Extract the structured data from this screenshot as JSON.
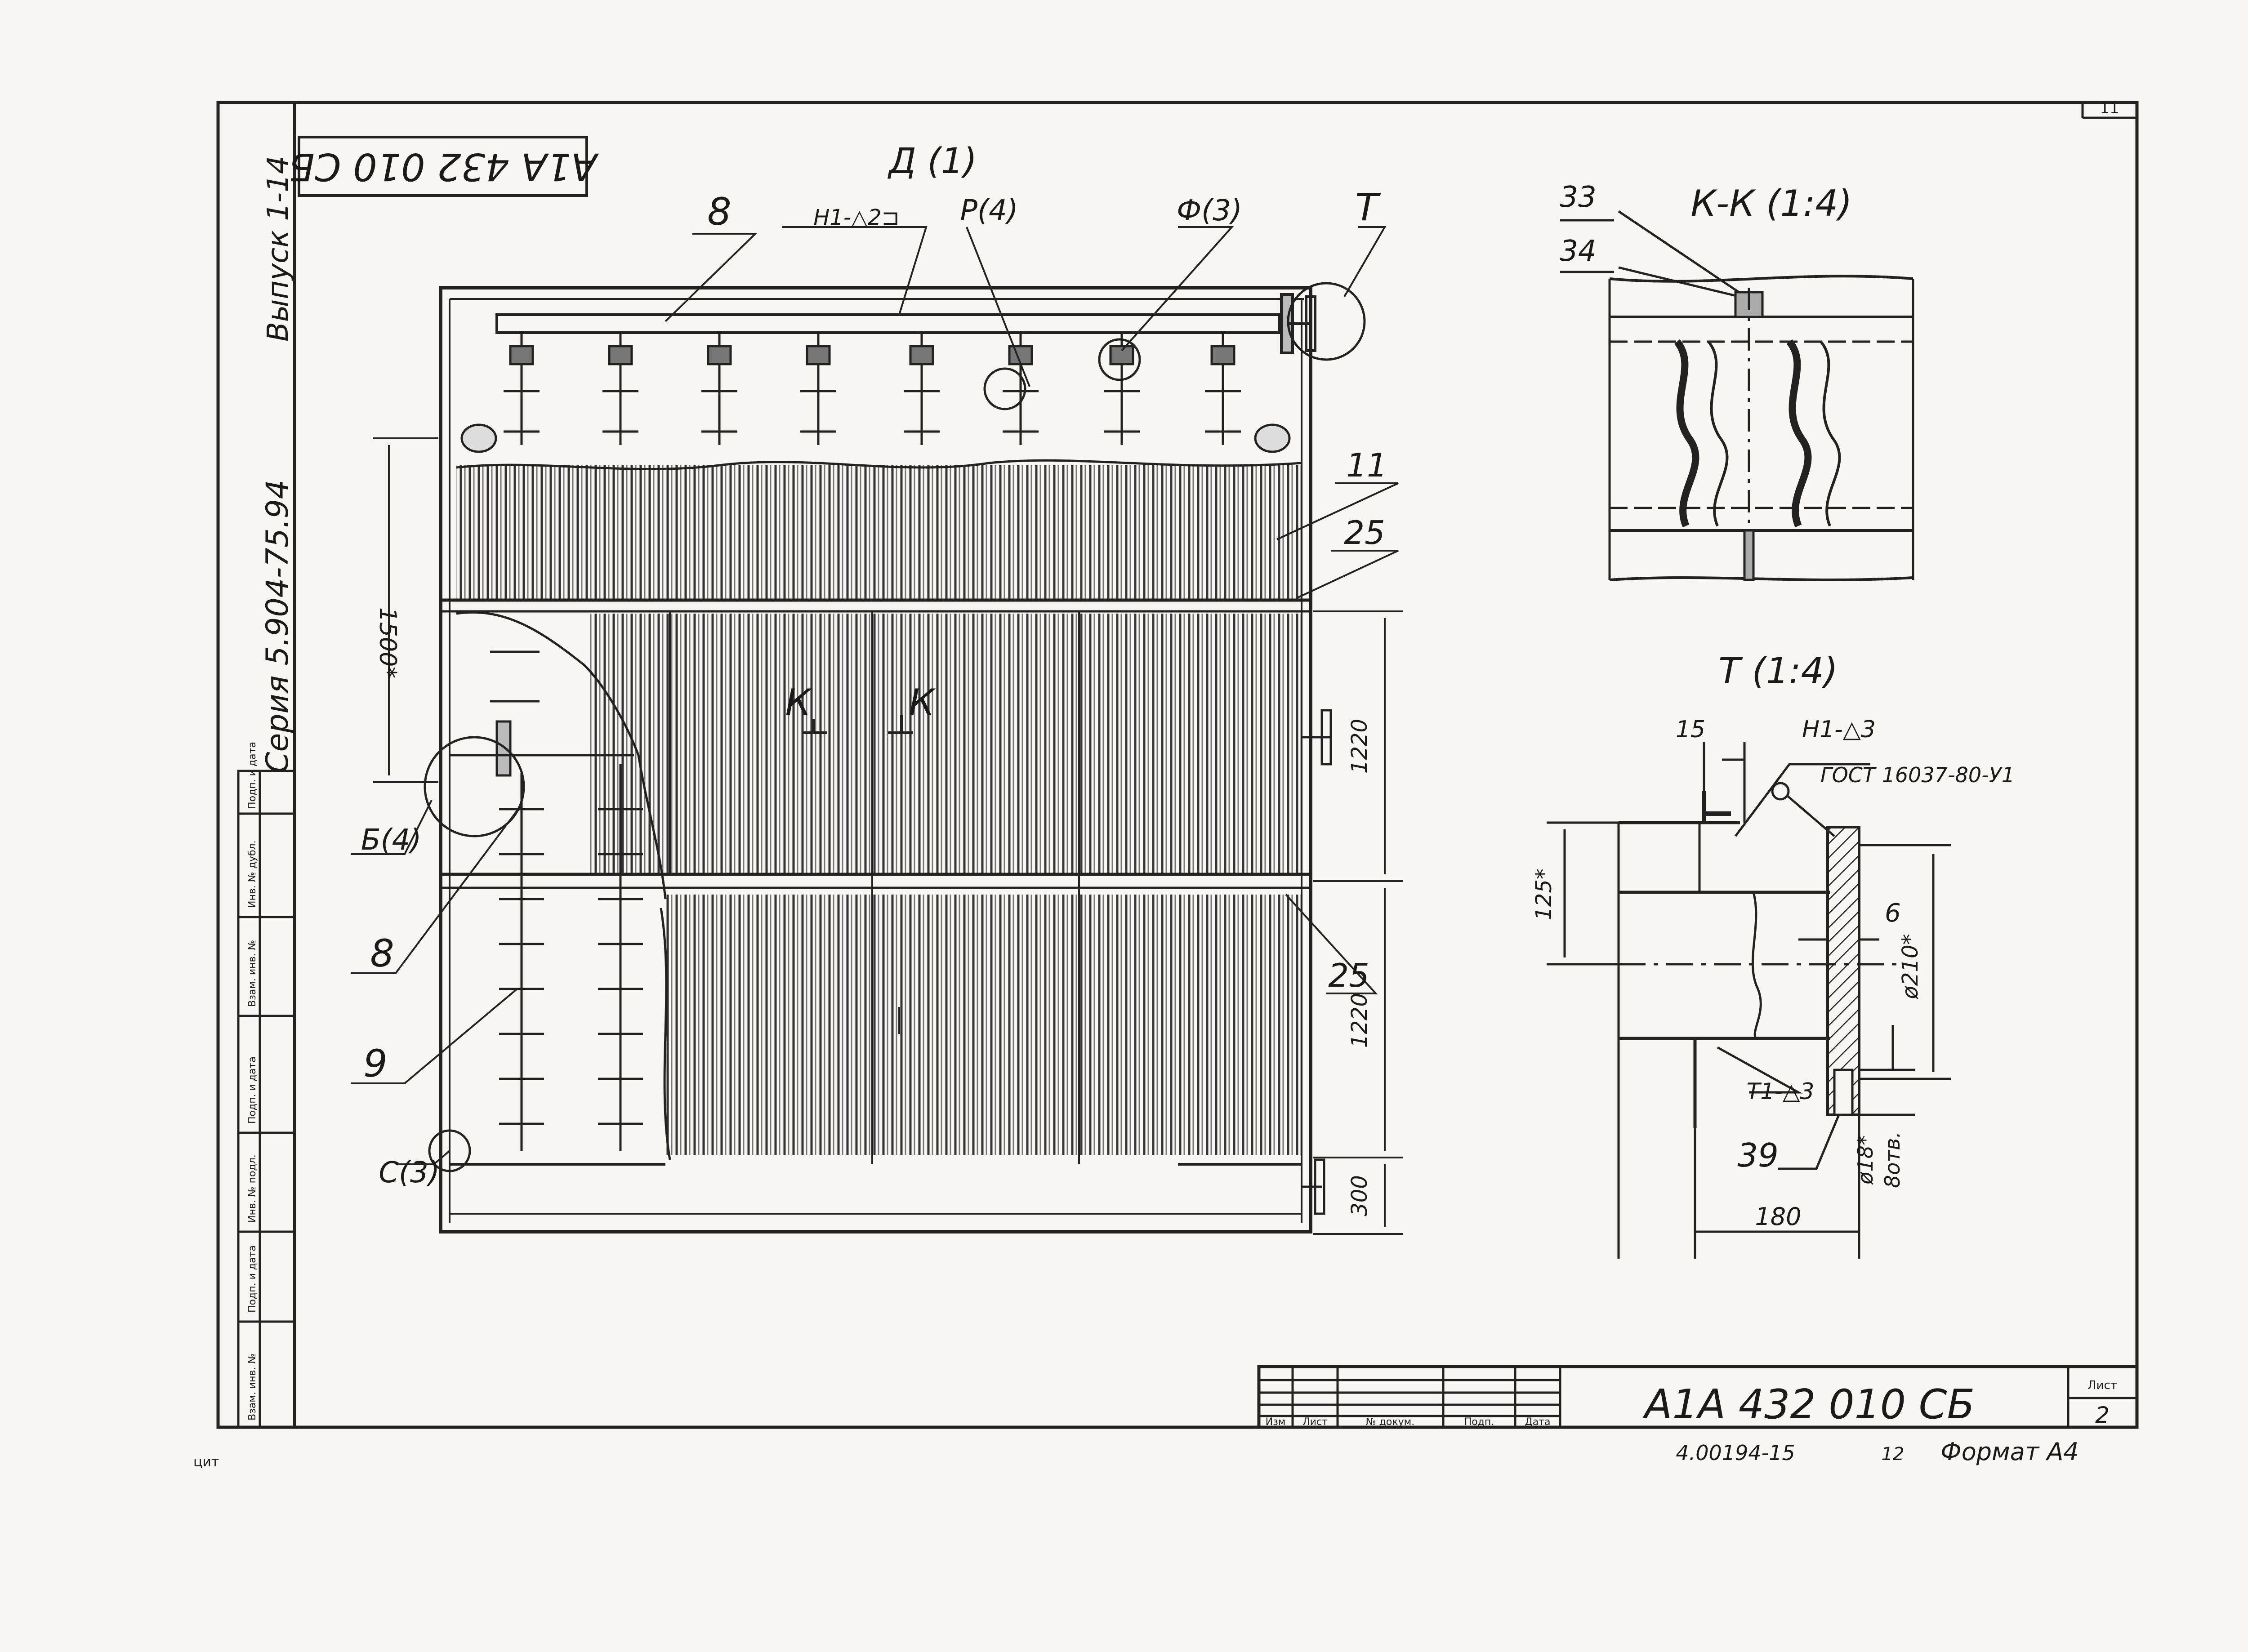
{
  "document": {
    "code_boxed": "А1А 432 010 СБ",
    "issue": "Выпуск 1-14",
    "series": "Серия 5.904-75.94",
    "top_right_sheet_no": "11",
    "corner_mark": "цит"
  },
  "main_view": {
    "label": "Д (1)",
    "callouts": {
      "c8_top": "8",
      "weld_top": "Н1-△2⊐",
      "p4": "Р(4)",
      "f3": "Ф(3)",
      "t": "Т",
      "c11": "11",
      "c25a": "25",
      "c25b": "25",
      "b4": "Б(4)",
      "c8_left": "8",
      "c9": "9",
      "c3": "С(3)",
      "section_k_left": "К",
      "section_k_right": "К"
    },
    "dimensions": {
      "d1500": "1500*",
      "d1220a": "1220",
      "d1220b": "1220",
      "d300": "300"
    }
  },
  "section_kk": {
    "label": "К-К (1:4)",
    "callout_33": "33",
    "callout_34": "34"
  },
  "detail_t": {
    "label": "Т (1:4)",
    "d15": "15",
    "weld_top": "Н1-△3",
    "gost": "ГОСТ 16037-80-У1",
    "d125": "125*",
    "d6": "6",
    "d210": "ø210*",
    "weld_bottom": "Т1-△3",
    "callout_39": "39",
    "d18": "ø18*",
    "holes": "8отв.",
    "d180": "180"
  },
  "title_block": {
    "headers": [
      "Изм",
      "Лист",
      "№ докум.",
      "Подп.",
      "Дата"
    ],
    "designation": "А1А 432 010 СБ",
    "sheet_label": "Лист",
    "sheet_no": "2",
    "inventory": "4.00194-15",
    "inventory_no": "12",
    "format": "Формат А4"
  },
  "side_stamp": {
    "cells": [
      "Взам. инв. №",
      "Подп. и дата",
      "Инв. № подл.",
      "Подп. и дата",
      "Взам. инв. №",
      "Инв. № дубл.",
      "Подп. и дата"
    ]
  }
}
